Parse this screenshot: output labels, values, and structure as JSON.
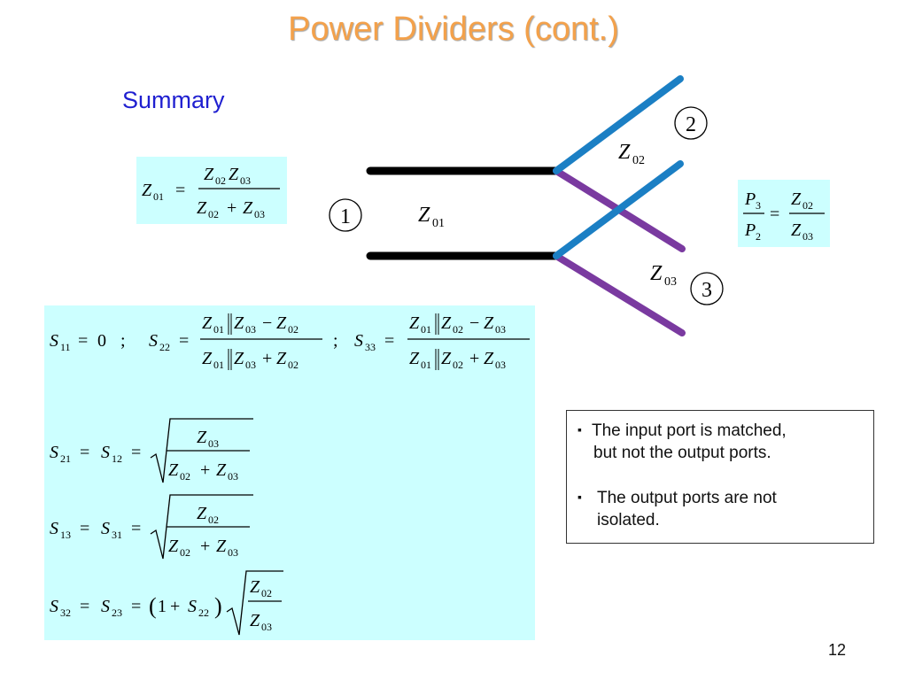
{
  "slide": {
    "title": "Power Dividers (cont.)",
    "subtitle": "Summary",
    "page_number": "12"
  },
  "diagram": {
    "port1": "1",
    "port2": "2",
    "port3": "3",
    "z01": "01",
    "z02": "02",
    "z03": "03",
    "z_symbol": "Z",
    "colors": {
      "feed": "#000000",
      "port2_branch": "#1b7fc4",
      "port3_branch": "#7a3aa0"
    }
  },
  "equations": {
    "z01_formula": "Z01 = Z02 Z03 / (Z02 + Z03)",
    "power_ratio": "P3 / P2 = Z02 / Z03",
    "s_params": [
      "S11 = 0 ; S22 = (Z01‖Z03 − Z02)/(Z01‖Z03 + Z02) ; S33 = (Z01‖Z02 − Z03)/(Z01‖Z02 + Z03)",
      "S21 = S12 = √(Z03/(Z02 + Z03))",
      "S13 = S31 = √(Z02/(Z02 + Z03))",
      "S32 = S23 = (1 + S22) √(Z02/Z03)"
    ]
  },
  "notes": {
    "bullet": "▪",
    "item1": "The input port is matched,",
    "item1b": "but not the output ports.",
    "item2": "The output ports are not",
    "item2b": "isolated."
  }
}
